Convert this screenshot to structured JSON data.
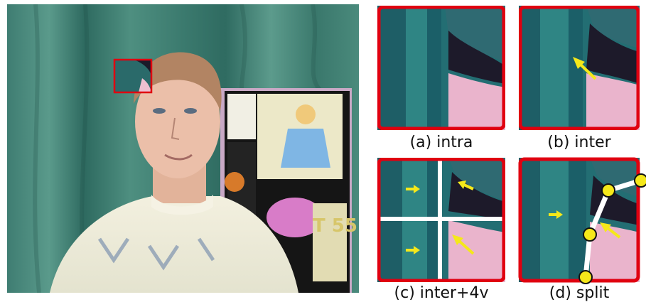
{
  "panels": {
    "a": {
      "caption": "(a) intra"
    },
    "b": {
      "caption": "(b) inter"
    },
    "c": {
      "caption": "(c) inter+4v"
    },
    "d": {
      "caption": "(d) split"
    }
  },
  "poster_text": "T 55",
  "colors": {
    "highlight_border": "#e00010",
    "motion_arrow": "#f5e81a",
    "partition_line": "#ffffff",
    "split_node": "#f5e81a",
    "background_curtain": "#3b7a6e",
    "skin": "#f0b8c8"
  }
}
